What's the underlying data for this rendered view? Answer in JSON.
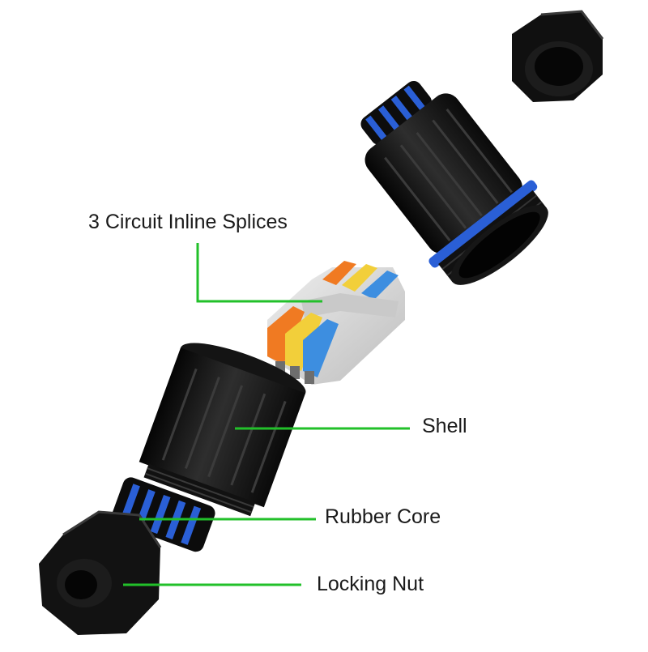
{
  "diagram": {
    "labels": {
      "splices": "3 Circuit Inline Splices",
      "shell": "Shell",
      "rubber_core": "Rubber Core",
      "locking_nut": "Locking Nut"
    },
    "colors": {
      "leader_line": "#22c02a",
      "housing": "#151515",
      "seal_ring": "#2a5fd6",
      "lever_orange": "#f07a22",
      "lever_yellow": "#f2cf3a",
      "lever_blue": "#3d8ee0",
      "connector_body": "#d6d6d6"
    }
  }
}
